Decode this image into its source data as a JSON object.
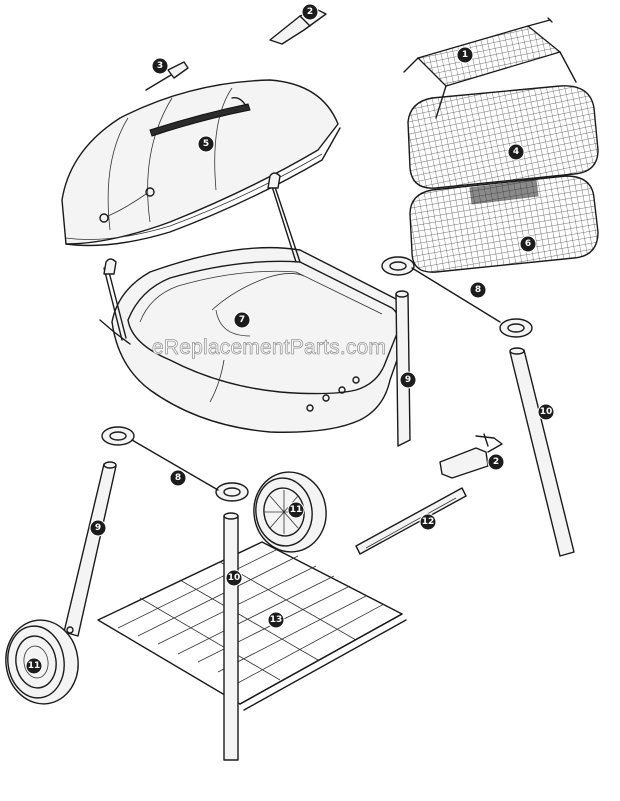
{
  "watermark": "eReplacementParts.com",
  "callouts": [
    {
      "label": "1"
    },
    {
      "label": "2"
    },
    {
      "label": "3"
    },
    {
      "label": "4"
    },
    {
      "label": "5"
    },
    {
      "label": "6"
    },
    {
      "label": "7"
    },
    {
      "label": "8"
    },
    {
      "label": "8"
    },
    {
      "label": "9"
    },
    {
      "label": "9"
    },
    {
      "label": "10"
    },
    {
      "label": "10"
    },
    {
      "label": "11"
    },
    {
      "label": "11"
    },
    {
      "label": "12"
    },
    {
      "label": "13"
    },
    {
      "label": "2"
    }
  ]
}
